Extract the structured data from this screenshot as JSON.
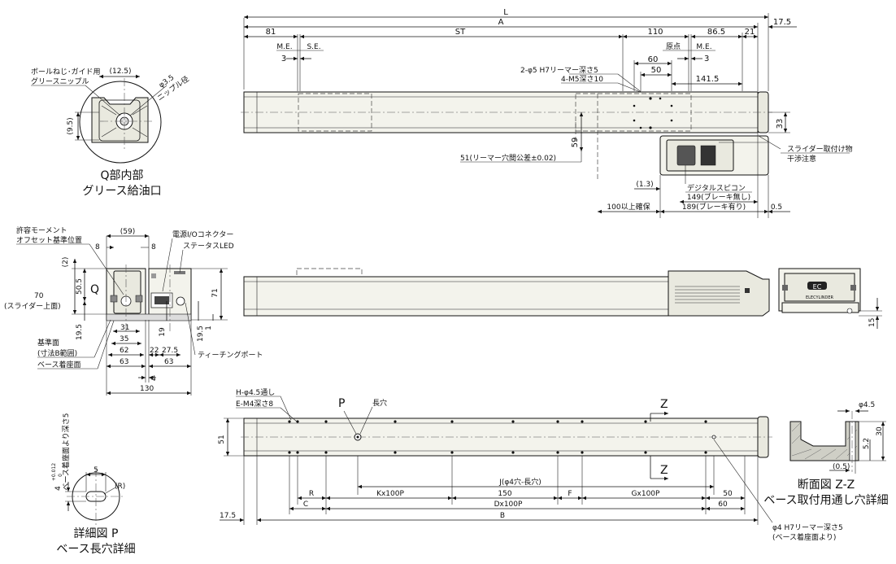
{
  "top_view": {
    "dims": {
      "L": "L",
      "A": "A",
      "d17_5_right": "17.5",
      "d81": "81",
      "ST": "ST",
      "d110": "110",
      "d86_5": "86.5",
      "d21": "21",
      "ME_left": "M.E.",
      "SE": "S.E.",
      "d3_left": "3",
      "origin": "原点",
      "ME_right": "M.E.",
      "d3_right": "3",
      "d60": "60",
      "d50": "50",
      "d141_5": "141.5",
      "d33": "33",
      "d59": "59",
      "d1_3": "(1.3)",
      "d100": "100以上確保",
      "d149": "149(ブレーキ無し)",
      "d189": "189(ブレーキ有り)",
      "d0_5": "0.5"
    },
    "notes": {
      "reamer_holes": "2-φ5 H7リーマー深さ5",
      "m5_holes": "4-M5深さ10",
      "reamer_pitch": "51(リーマー穴間公差±0.02)",
      "slider_mount": "スライダー取付け物",
      "interference": "干渉注意",
      "digital_speedcon": "デジタルスピコン"
    }
  },
  "q_detail": {
    "note_line1": "ボールねじ･ガイド用",
    "note_line2": "グリースニップル",
    "d12_5": "(12.5)",
    "phi3_5": "φ3.5",
    "nipple_dia": "ニップル径",
    "d9_5": "(9.5)",
    "caption1": "Q部内部",
    "caption2": "グリース給油口"
  },
  "end_view": {
    "moment_note1": "許容モーメント",
    "moment_note2": "オフセット基準位置",
    "d59": "(59)",
    "d8a": "8",
    "d8b": "8",
    "d2": "(2)",
    "power_io": "電源I/Oコネクター",
    "status_led": "ステータスLED",
    "Q": "Q",
    "d50_5": "50.5",
    "d70": "70",
    "slider_top": "(スライダー上面)",
    "d19_5a": "19.5",
    "d31": "31",
    "d35": "35",
    "d62": "62",
    "d63a": "63",
    "d19": "19",
    "d19_5b": "19.5",
    "d1": "1",
    "d71": "71",
    "d22": "22",
    "d27_5": "27.5",
    "d63b": "63",
    "d4": "4",
    "d130": "130",
    "ref_face": "基準面",
    "ref_range": "(寸法B範囲)",
    "base_face": "ベース着座面",
    "teaching_port": "ティーチングポート"
  },
  "side_view": {
    "brand": "ELECYLINDER",
    "logo": "EC",
    "d15": "15"
  },
  "bottom_view": {
    "h_holes": "H-φ4.5通し",
    "e_holes": "E-M4深さ8",
    "P": "P",
    "slot": "長穴",
    "Z1": "Z",
    "Z2": "Z",
    "d51": "51",
    "J": "J(φ4穴-長穴)",
    "R": "R",
    "Kx100P": "Kx100P",
    "d150": "150",
    "F": "F",
    "Gx100P": "Gx100P",
    "d50": "50",
    "C": "C",
    "Dx100P": "Dx100P",
    "d60": "60",
    "d17_5": "17.5",
    "B": "B",
    "reamer_note1": "φ4 H7リーマー深さ5",
    "reamer_note2": "(ベース着座面より)"
  },
  "p_detail": {
    "d5": "5",
    "R": "(R)",
    "tol_upper": "+0.012",
    "tol_lower": "0",
    "d4": "4",
    "depth_note": "ベース着座面より深さ5",
    "caption1": "詳細図 P",
    "caption2": "ベース長穴詳細"
  },
  "section_zz": {
    "phi4_5": "φ4.5",
    "d5_2": "5.2",
    "d30": "30",
    "d0_5": "(0.5)",
    "caption1": "断面図 Z-Z",
    "caption2": "ベース取付用通し穴詳細"
  }
}
